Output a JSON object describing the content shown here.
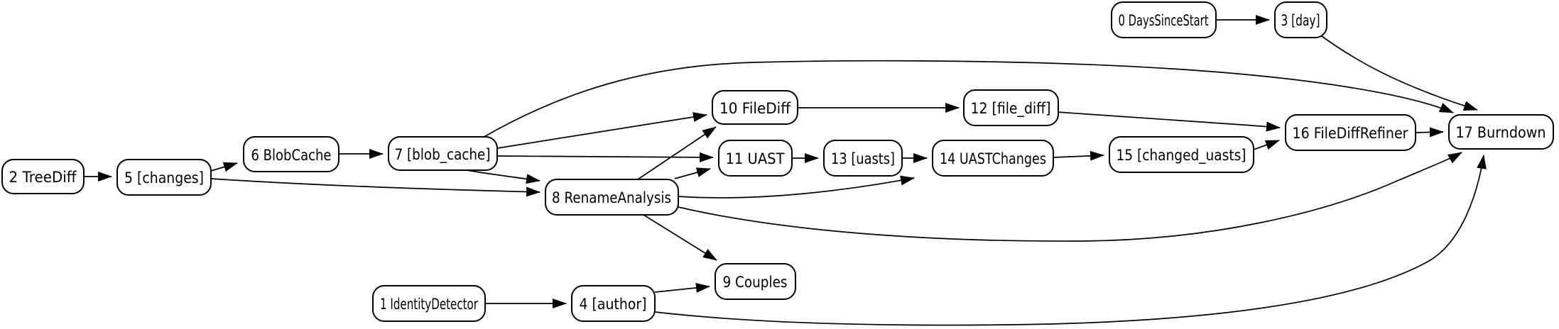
{
  "diagram": {
    "type": "directed-graph",
    "background_color": "#ffffff",
    "node_fill_color": "#ffffff",
    "node_border_color": "#000000",
    "edge_color": "#000000",
    "text_color": "#000000",
    "nodes": [
      {
        "id": "0",
        "label": "0 DaysSinceStart"
      },
      {
        "id": "1",
        "label": "1 IdentityDetector"
      },
      {
        "id": "2",
        "label": "2 TreeDiff"
      },
      {
        "id": "3",
        "label": "3 [day]"
      },
      {
        "id": "4",
        "label": "4 [author]"
      },
      {
        "id": "5",
        "label": "5 [changes]"
      },
      {
        "id": "6",
        "label": "6 BlobCache"
      },
      {
        "id": "7",
        "label": "7 [blob_cache]"
      },
      {
        "id": "8",
        "label": "8 RenameAnalysis"
      },
      {
        "id": "9",
        "label": "9 Couples"
      },
      {
        "id": "10",
        "label": "10 FileDiff"
      },
      {
        "id": "11",
        "label": "11 UAST"
      },
      {
        "id": "12",
        "label": "12 [file_diff]"
      },
      {
        "id": "13",
        "label": "13 [uasts]"
      },
      {
        "id": "14",
        "label": "14 UASTChanges"
      },
      {
        "id": "15",
        "label": "15 [changed_uasts]"
      },
      {
        "id": "16",
        "label": "16 FileDiffRefiner"
      },
      {
        "id": "17",
        "label": "17 Burndown"
      }
    ],
    "edges": [
      {
        "from": "0",
        "to": "3"
      },
      {
        "from": "1",
        "to": "4"
      },
      {
        "from": "2",
        "to": "5"
      },
      {
        "from": "3",
        "to": "17"
      },
      {
        "from": "4",
        "to": "9"
      },
      {
        "from": "4",
        "to": "17"
      },
      {
        "from": "5",
        "to": "6"
      },
      {
        "from": "5",
        "to": "8"
      },
      {
        "from": "6",
        "to": "7"
      },
      {
        "from": "7",
        "to": "8"
      },
      {
        "from": "7",
        "to": "10"
      },
      {
        "from": "7",
        "to": "11"
      },
      {
        "from": "7",
        "to": "17"
      },
      {
        "from": "8",
        "to": "9"
      },
      {
        "from": "8",
        "to": "10"
      },
      {
        "from": "8",
        "to": "11"
      },
      {
        "from": "8",
        "to": "14"
      },
      {
        "from": "8",
        "to": "17"
      },
      {
        "from": "10",
        "to": "12"
      },
      {
        "from": "11",
        "to": "13"
      },
      {
        "from": "12",
        "to": "16"
      },
      {
        "from": "13",
        "to": "14"
      },
      {
        "from": "14",
        "to": "15"
      },
      {
        "from": "15",
        "to": "16"
      },
      {
        "from": "16",
        "to": "17"
      }
    ]
  }
}
